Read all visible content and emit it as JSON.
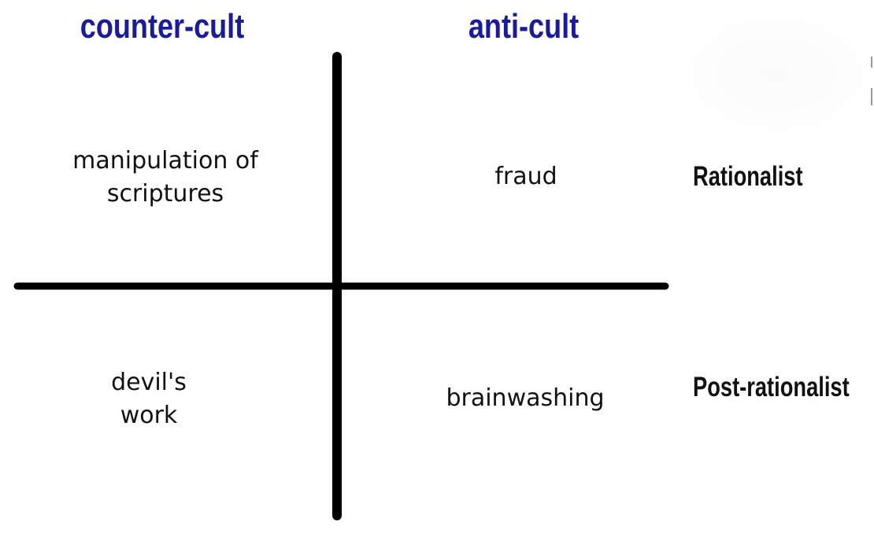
{
  "diagram": {
    "columns": {
      "left": "counter-cult",
      "right": "anti-cult"
    },
    "rows": {
      "top": "Rationalist",
      "bottom": "Post-rationalist"
    },
    "quadrants": {
      "top_left": "manipulation of\nscriptures",
      "top_right": "fraud",
      "bottom_left": "devil's\nwork",
      "bottom_right": "brainwashing"
    }
  },
  "colors": {
    "header": "#1a1a9c",
    "text": "#111111",
    "axis": "#000000"
  }
}
